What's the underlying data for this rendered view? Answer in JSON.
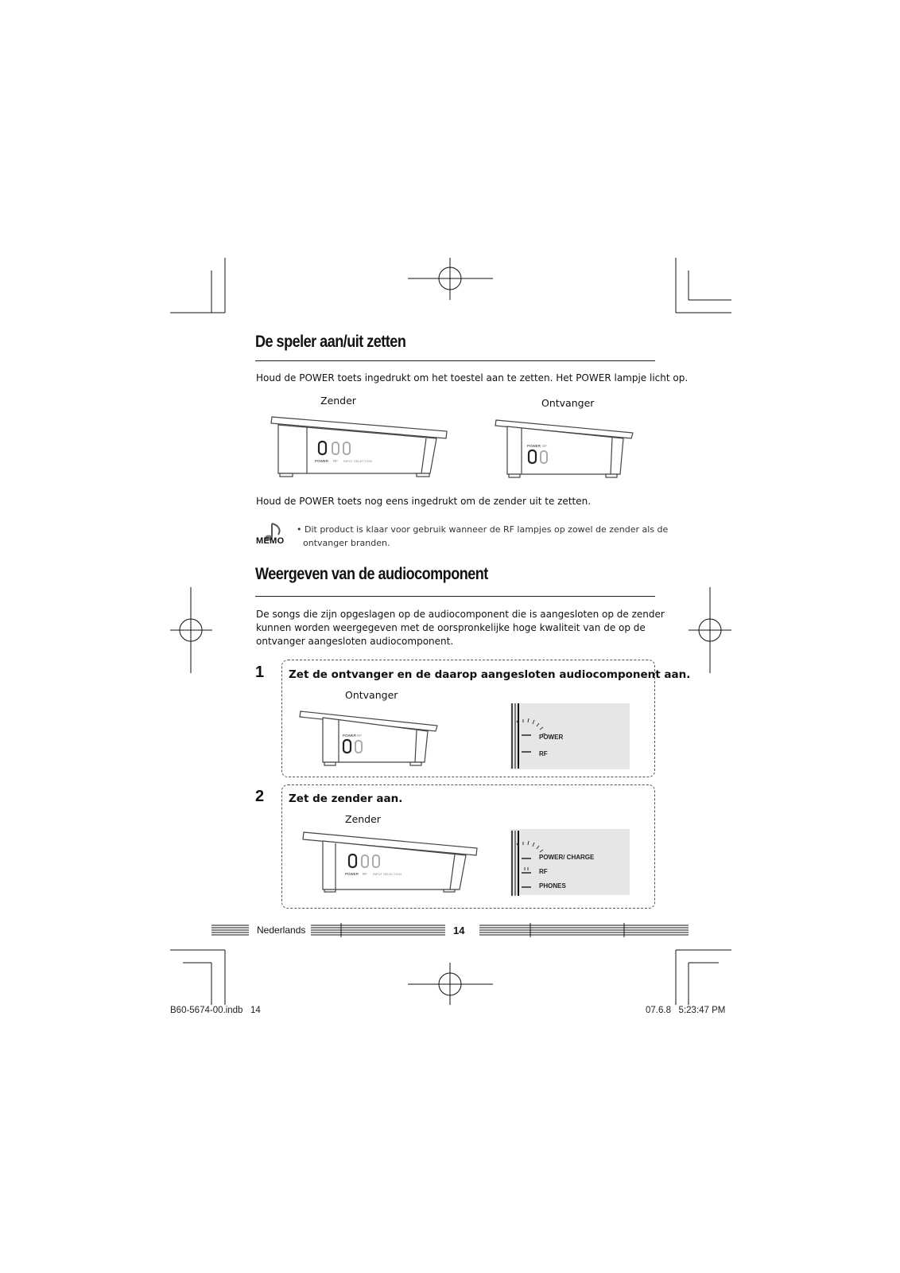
{
  "section1": {
    "title": "De speler aan/uit zetten",
    "intro": "Houd de POWER toets ingedrukt om het toestel aan te zetten. Het POWER lampje licht op.",
    "label_transmitter": "Zender",
    "label_receiver": "Ontvanger",
    "off_text": "Houd de POWER toets nog eens ingedrukt om de zender uit te zetten.",
    "memo_icon_text": "MEMO",
    "memo_text_line1": "• Dit product is klaar voor gebruik wanneer de RF lampjes op zowel de zender als de",
    "memo_text_line2": "ontvanger branden."
  },
  "section2": {
    "title": "Weergeven van de audiocomponent",
    "intro_line1": "De songs die zijn opgeslagen op de audiocomponent die is aangesloten op de zender",
    "intro_line2": "kunnen worden weergegeven met de oorspronkelijke hoge kwaliteit van de op de",
    "intro_line3": "ontvanger aangesloten audiocomponent."
  },
  "steps": [
    {
      "number": "1",
      "title": "Zet de ontvanger en de daarop aangesloten audiocomponent aan.",
      "device_label": "Ontvanger",
      "panel_labels": [
        "POWER",
        "RF"
      ]
    },
    {
      "number": "2",
      "title": "Zet de zender aan.",
      "device_label": "Zender",
      "panel_labels": [
        "POWER/ CHARGE",
        "RF",
        "PHONES"
      ]
    }
  ],
  "device_button_labels": {
    "power": "POWER",
    "rf": "RF",
    "input_selection": "INPUT SELECTION"
  },
  "footer": {
    "language": "Nederlands",
    "page_number": "14"
  },
  "print_meta": {
    "file": "B60-5674-00.indb   14",
    "timestamp": "07.6.8   5:23:47 PM"
  }
}
